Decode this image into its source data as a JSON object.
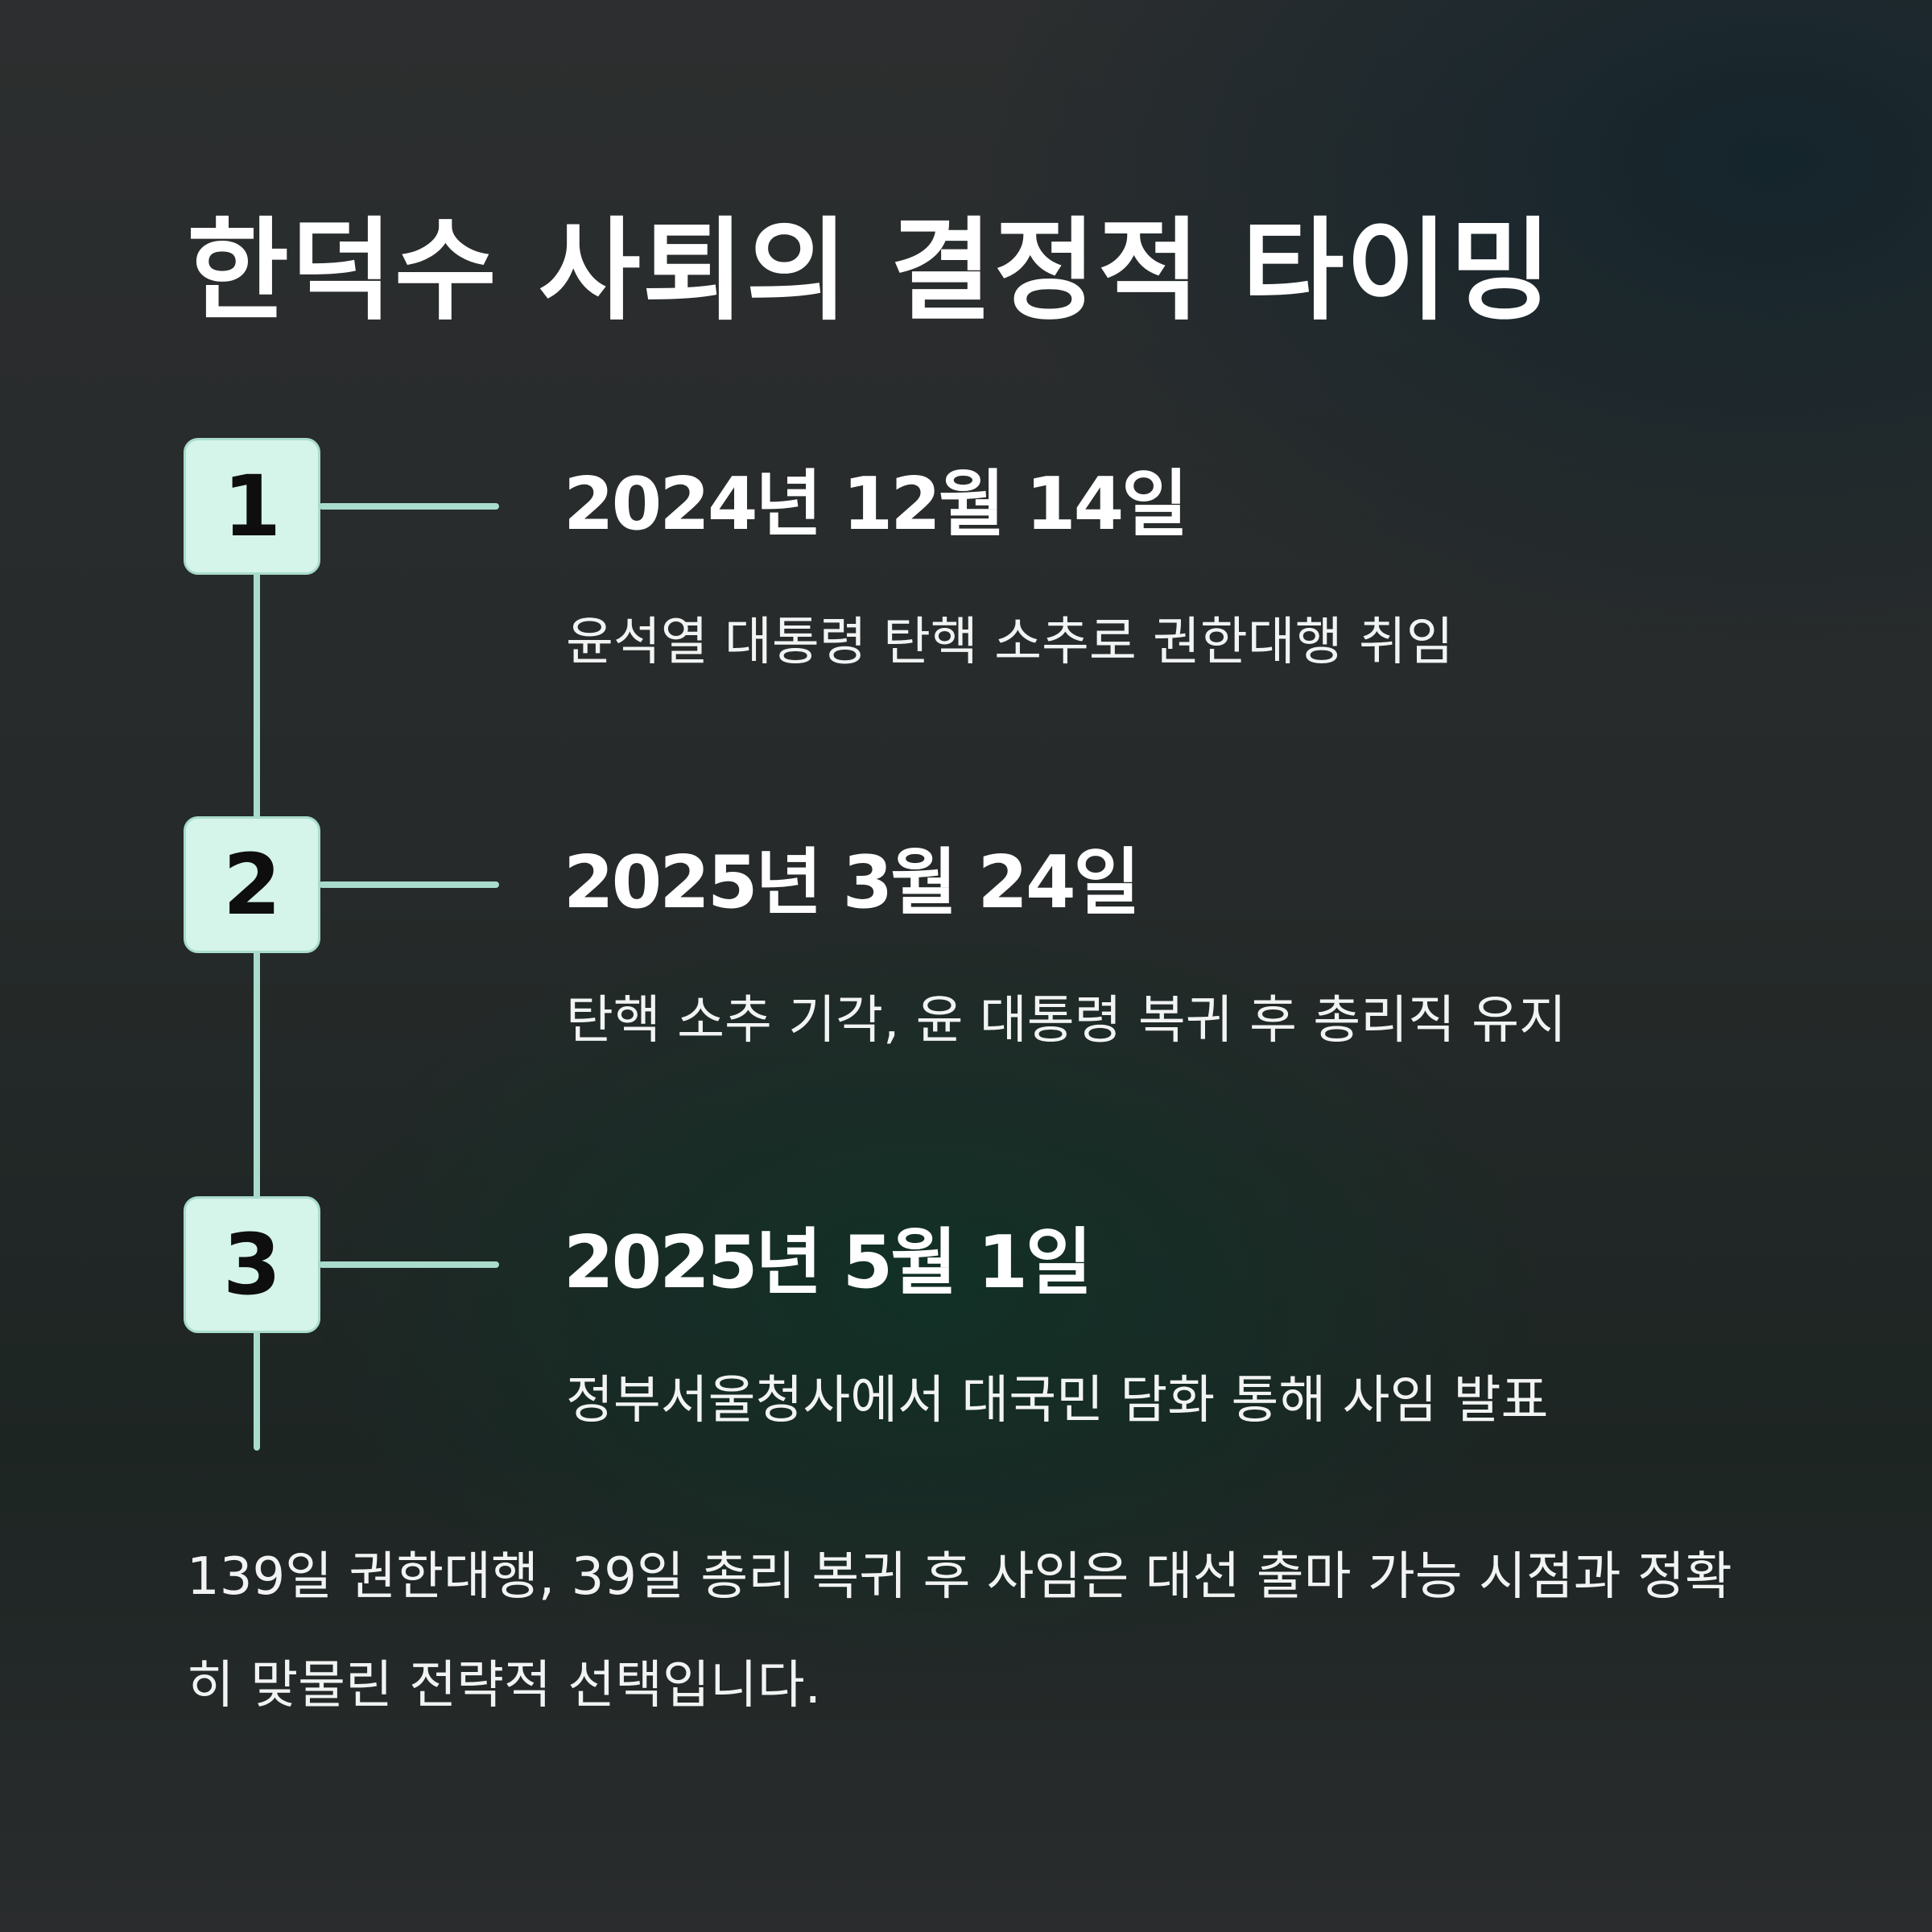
{
  "title": "한덕수 사퇴의 결정적 타이밍",
  "timeline": [
    {
      "number": "1",
      "date": "2024년 12월 14일",
      "description": "윤석열 대통령 탄핵 소추로 권한대행 취임"
    },
    {
      "number": "2",
      "date": "2025년 3월 24일",
      "description": "탄핵 소추 기각, 윤 대통령 복귀 후 총리직 유지"
    },
    {
      "number": "3",
      "date": "2025년 5월 1일",
      "description": "정부서울청사에서 대국민 담화 통해 사임 발표"
    }
  ],
  "summary": "139일 권한대행, 39일 총리 복귀 후 사임은 대선 출마 가능 시점과 정확히 맞물린 전략적 선택입니다.",
  "colors": {
    "accent": "#a9dccc",
    "badge_fill": "#d5f4ea",
    "background": "#2a2c2d",
    "text": "#ffffff"
  }
}
